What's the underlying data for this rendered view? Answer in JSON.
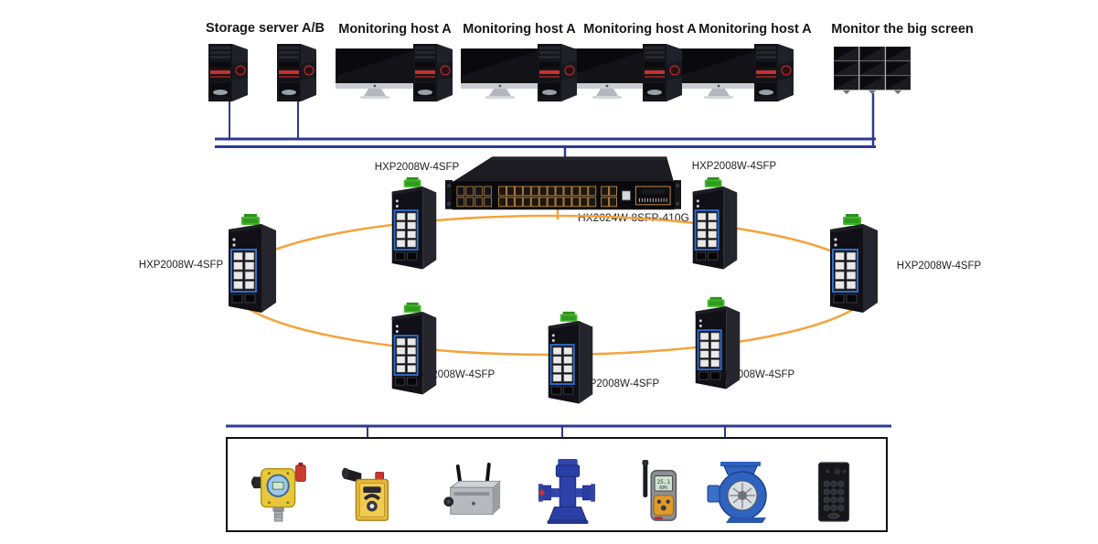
{
  "top_row": {
    "storage": {
      "label": "Storage server A/B"
    },
    "hosts": [
      {
        "label": "Monitoring host A"
      },
      {
        "label": "Monitoring host A"
      },
      {
        "label": "Monitoring host A"
      },
      {
        "label": "Monitoring host A"
      }
    ],
    "big_screen": {
      "label": "Monitor the big screen"
    }
  },
  "core_switch": {
    "label": "HX2024W-8SFP-410G"
  },
  "ring_switches": [
    {
      "label": "HXP2008W-4SFP",
      "position": "top-left"
    },
    {
      "label": "HXP2008W-4SFP",
      "position": "top-right"
    },
    {
      "label": "HXP2008W-4SFP",
      "position": "far-left"
    },
    {
      "label": "HXP2008W-4SFP",
      "position": "far-right"
    },
    {
      "label": "HXP2008W-4SFP",
      "position": "bottom-left"
    },
    {
      "label": "HXP2008W-4SFP",
      "position": "bottom-middle"
    },
    {
      "label": "HXP2008W-4SFP",
      "position": "bottom-right"
    }
  ],
  "field_devices": [
    {
      "label": "Gas detection",
      "icon": "gas-detector-icon"
    },
    {
      "label": "Waterproof phone",
      "icon": "waterproof-phone-icon"
    },
    {
      "label": "Wireless base station",
      "icon": "wireless-base-station-icon"
    },
    {
      "label": "Water pump",
      "icon": "water-pump-icon"
    },
    {
      "label": "Temperature and humidity detection",
      "icon": "temp-humidity-meter-icon"
    },
    {
      "label": "Fan",
      "icon": "fan-icon"
    },
    {
      "label": "Access control",
      "icon": "access-control-icon"
    }
  ],
  "colors": {
    "bus_line": "#2b3a8f",
    "ring_line": "#f5a33c"
  }
}
